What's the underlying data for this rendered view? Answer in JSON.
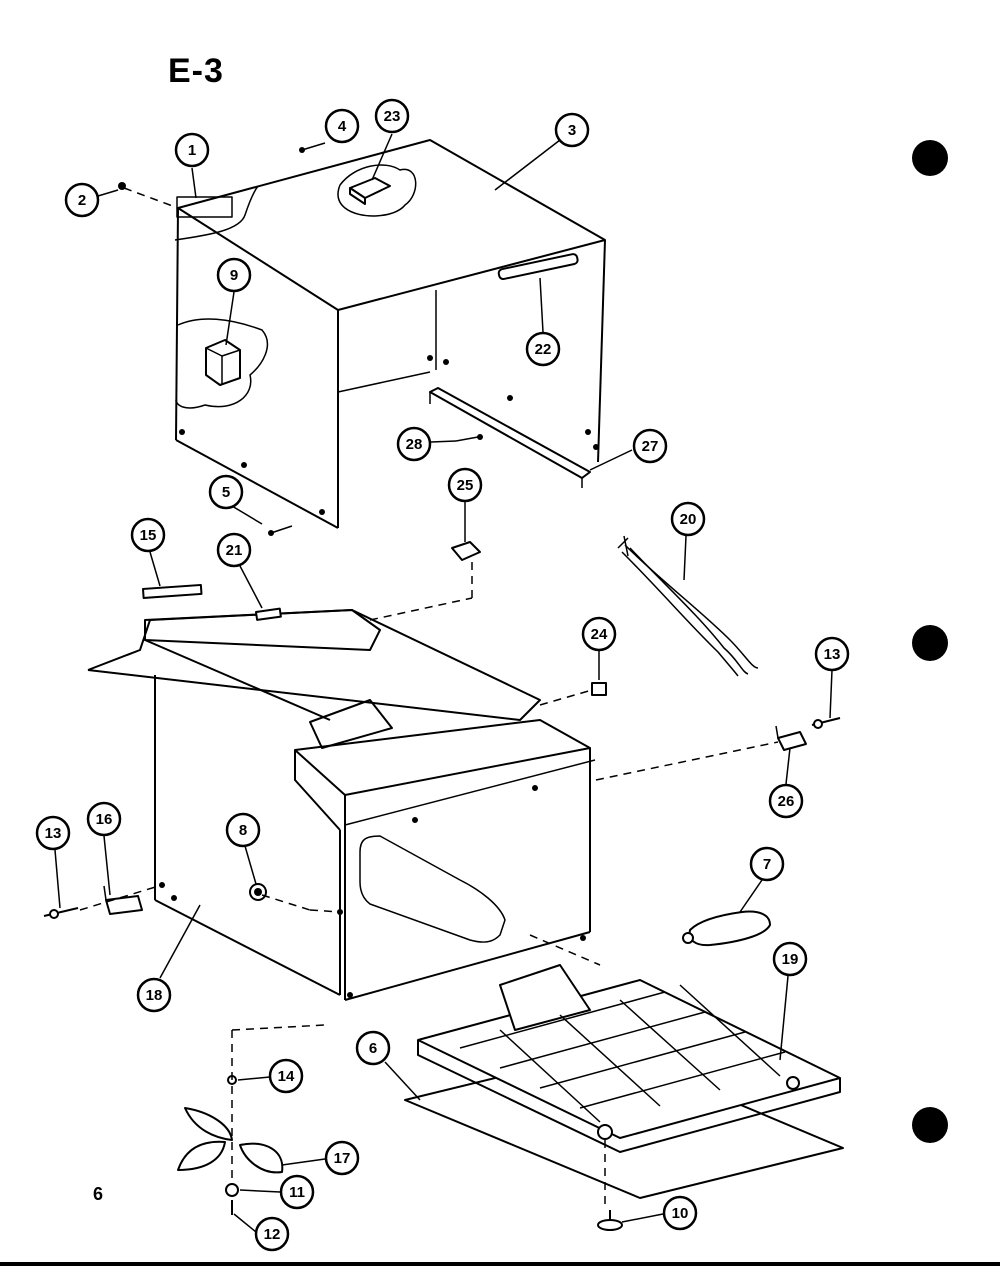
{
  "title": "E-3",
  "page_number": "6",
  "colors": {
    "ink": "#000000",
    "paper": "#ffffff"
  },
  "callouts": [
    "1",
    "2",
    "3",
    "4",
    "23",
    "9",
    "22",
    "28",
    "27",
    "5",
    "25",
    "15",
    "21",
    "20",
    "24",
    "13",
    "26",
    "8",
    "16",
    "13",
    "18",
    "7",
    "19",
    "6",
    "14",
    "17",
    "11",
    "12",
    "10"
  ]
}
